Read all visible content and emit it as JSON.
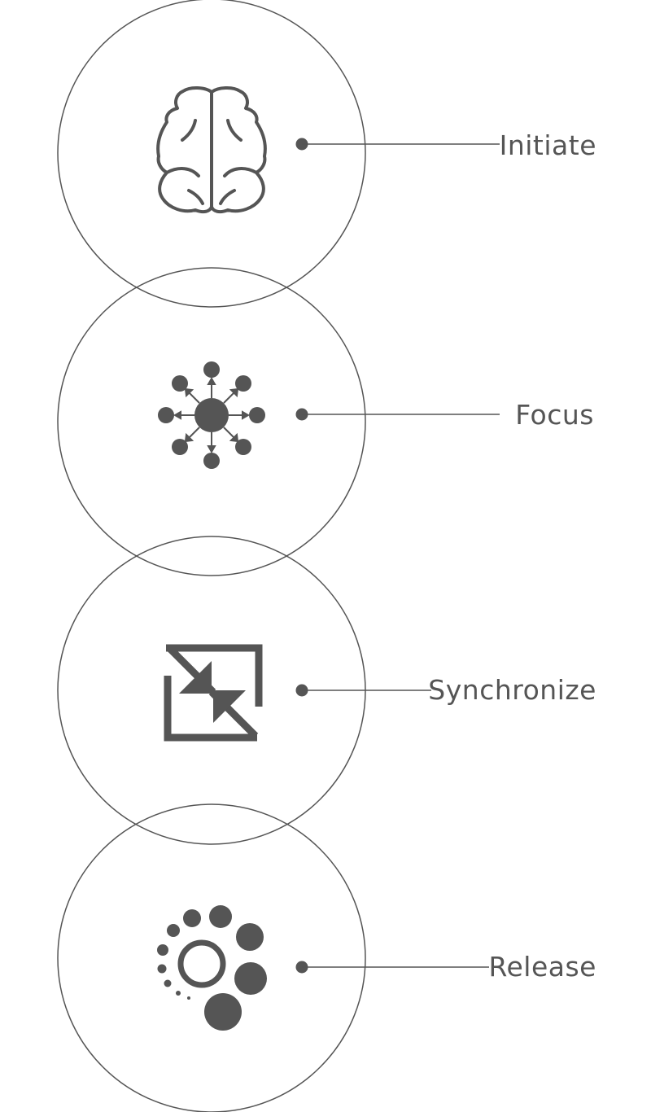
{
  "steps": [
    {
      "label": "Initiate",
      "icon": "brain-icon"
    },
    {
      "label": "Focus",
      "icon": "radiating-nodes-icon"
    },
    {
      "label": "Synchronize",
      "icon": "sync-arrows-icon"
    },
    {
      "label": "Release",
      "icon": "dispersing-circles-icon"
    }
  ],
  "colors": {
    "stroke": "#555555",
    "icon": "#555555",
    "text": "#555555",
    "background": "#ffffff"
  }
}
